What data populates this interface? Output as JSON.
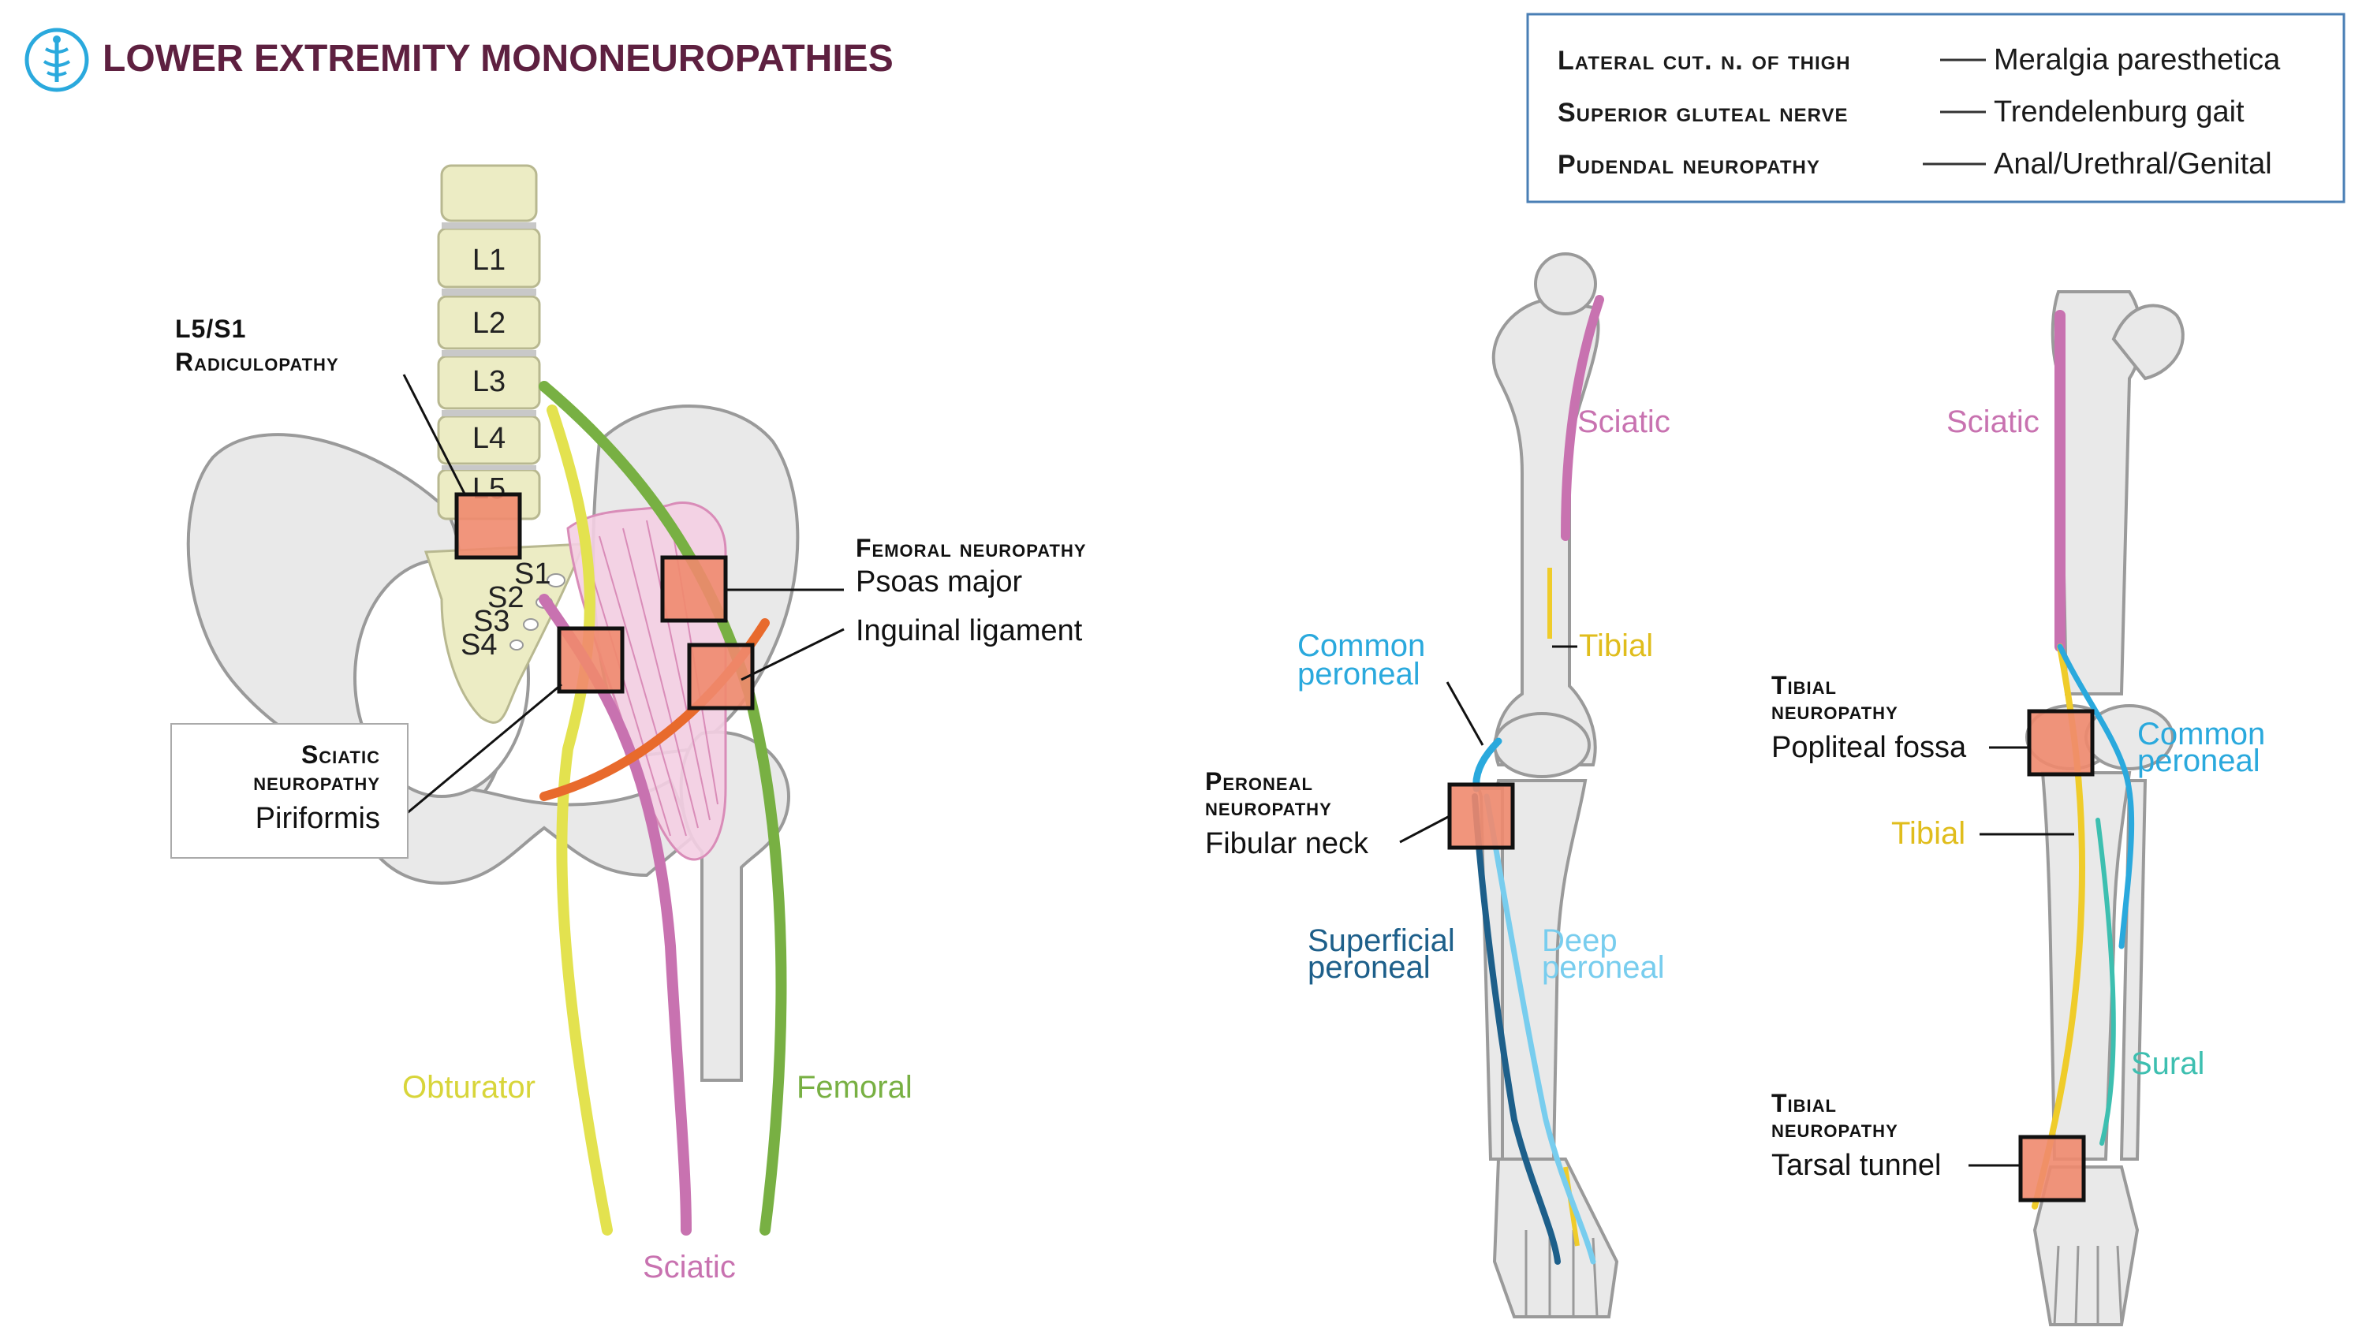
{
  "title": "LOWER EXTREMITY MONONEUROPATHIES",
  "logo_icon": "caduceus-icon",
  "key": [
    {
      "nerve": "Lateral cut. n. of thigh",
      "finding": "Meralgia paresthetica"
    },
    {
      "nerve": "Superior gluteal nerve",
      "finding": "Trendelenburg gait"
    },
    {
      "nerve": "Pudendal neuropathy",
      "finding": "Anal/Urethral/Genital"
    }
  ],
  "vertebrae": [
    "L1",
    "L2",
    "L3",
    "L4",
    "L5"
  ],
  "sacral": [
    "S1",
    "S2",
    "S3",
    "S4"
  ],
  "pelvis": {
    "radiculopathy": {
      "line1": "L5/S1",
      "line2": "Radiculopathy"
    },
    "sciatic": {
      "line1": "Sciatic",
      "line2": "neuropathy",
      "site": "Piriformis"
    },
    "femoral": {
      "heading": "Femoral neuropathy",
      "site1": "Psoas major",
      "site2": "Inguinal ligament"
    },
    "nerves": {
      "obturator": "Obturator",
      "sciatic": "Sciatic",
      "femoral": "Femoral"
    }
  },
  "leg_a": {
    "sciatic": "Sciatic",
    "tibial": "Tibial",
    "common_peroneal": {
      "line1": "Common",
      "line2": "peroneal"
    },
    "peroneal_neuropathy": {
      "line1": "Peroneal",
      "line2": "neuropathy",
      "site": "Fibular neck"
    },
    "superficial": {
      "line1": "Superficial",
      "line2": "peroneal"
    },
    "deep": {
      "line1": "Deep",
      "line2": "peroneal"
    }
  },
  "leg_b": {
    "sciatic": "Sciatic",
    "tibial_neuropathy_1": {
      "line1": "Tibial",
      "line2": "neuropathy",
      "site": "Popliteal fossa"
    },
    "common_peroneal": {
      "line1": "Common",
      "line2": "peroneal"
    },
    "tibial": "Tibial",
    "sural": "Sural",
    "tibial_neuropathy_2": {
      "line1": "Tibial",
      "line2": "neuropathy",
      "site": "Tarsal tunnel"
    }
  },
  "colors": {
    "title": "#5e2040",
    "key_border": "#4a7fb5",
    "sciatic": "#c872b0",
    "obturator": "#e3e24f",
    "femoral": "#78b043",
    "inguinal": "#e86a2c",
    "tibial": "#efcc2a",
    "common_peroneal": "#2aa9dd",
    "superficial_peroneal": "#1d5f8a",
    "deep_peroneal": "#78cdee",
    "sural": "#3dbfb0",
    "lesion": "#ef8a6e",
    "bone": "#e9e9e9",
    "vertebra": "#ececc4",
    "psoas": "#f4cfe3"
  }
}
